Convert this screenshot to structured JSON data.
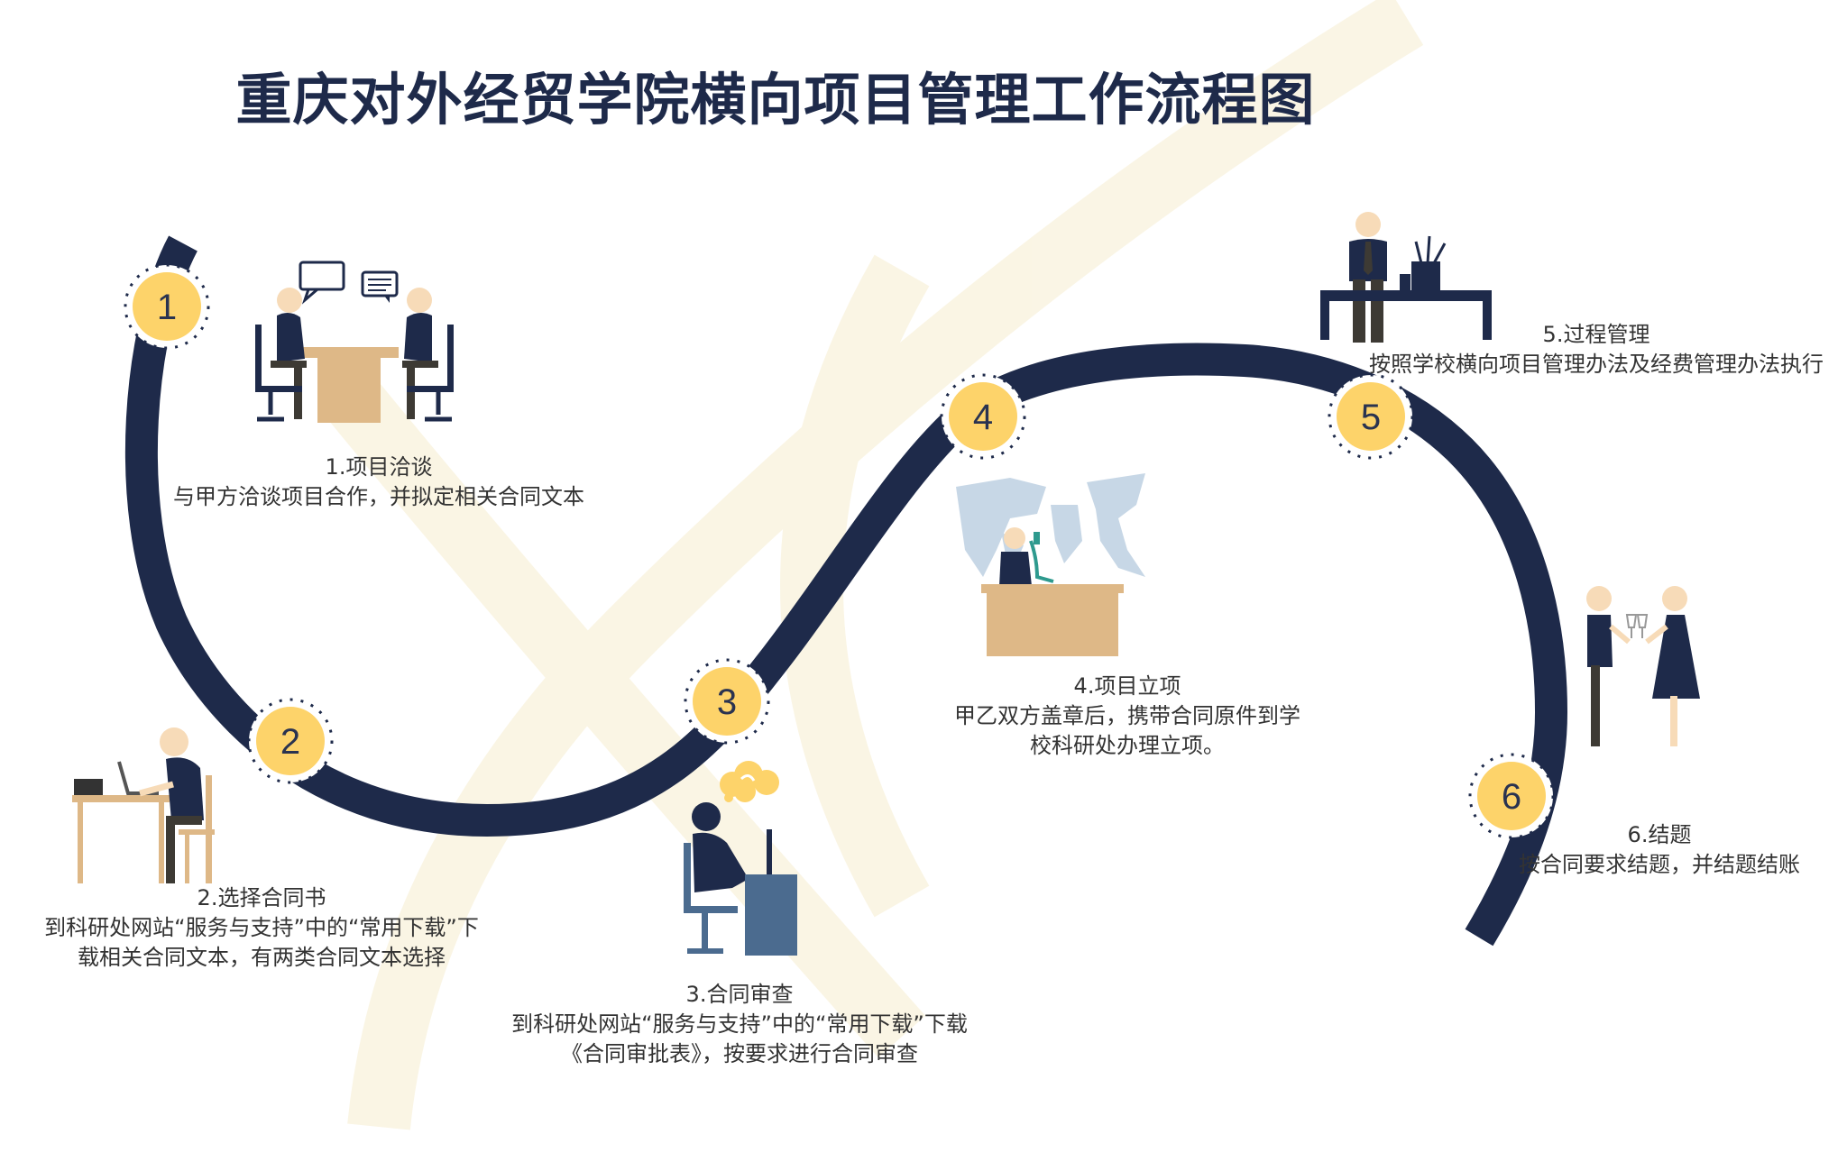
{
  "title": "重庆对外经贸学院横向项目管理工作流程图",
  "colors": {
    "path": "#1e2a4a",
    "badge": "#fdd36a",
    "desk": "#deb887",
    "figure": "#1e2a4a",
    "skin": "#f7dbb8",
    "map": "#c7d7e6",
    "monitor": "#4b6b8f",
    "background_mark": "#f8f1dc"
  },
  "steps": [
    {
      "num": "1",
      "title": "1.项目洽谈",
      "desc": [
        "与甲方洽谈项目合作，并拟定相关合同文本"
      ]
    },
    {
      "num": "2",
      "title": "2.选择合同书",
      "desc": [
        "到科研处网站“服务与支持”中的“常用下载”下",
        "载相关合同文本，有两类合同文本选择"
      ]
    },
    {
      "num": "3",
      "title": "3.合同审查",
      "desc": [
        "到科研处网站“服务与支持”中的“常用下载”下载",
        "《合同审批表》，按要求进行合同审查"
      ]
    },
    {
      "num": "4",
      "title": "4.项目立项",
      "desc": [
        "甲乙双方盖章后，携带合同原件到学",
        "校科研处办理立项。"
      ]
    },
    {
      "num": "5",
      "title": "5.过程管理",
      "desc": [
        "按照学校横向项目管理办法及经费管理办法执行"
      ]
    },
    {
      "num": "6",
      "title": "6.结题",
      "desc": [
        "按合同要求结题，并结题结账"
      ]
    }
  ]
}
